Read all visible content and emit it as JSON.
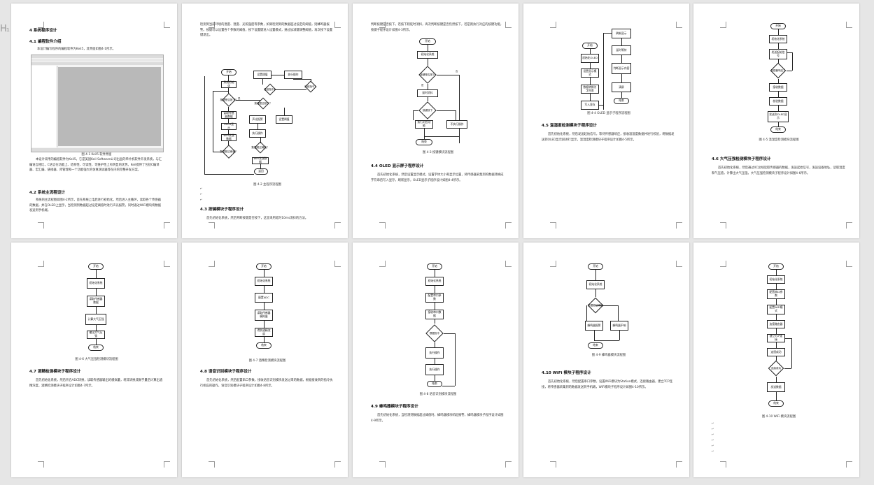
{
  "sidebar_indicator": "H₁",
  "pages": {
    "p1": {
      "h4": "4  系统程序设计",
      "h41": "4.1  编程软件介绍",
      "para0": "本设计编写程序的编程软件为Keil5，其界面如图4-1所示。",
      "fig41": "图 4-1  Keil5 软件界面",
      "para1": "本设计采用的编程软件为Keil5，它是美国Keil Software公司出品的单片机软件开发系统，与汇编语言相比，C语言在功能上、结构性、可读性、可维护性上有明显的优势。Keil提供了包括C编译器、宏汇编、链接器、库管理和一个功能强大的仿真调试器等在内的完整开发方案。",
      "h42": "4.2  系统主流程设计",
      "para2": "系统的主流程图如图4-2所示，首先系统上电后进行初始化，然后进入主循环，读取各个传感器的数据，并在OLED上显示，当检测到数据超过设定阈值时进行声光报警，同时通过WiFi模块将数据发送到手机端。"
    },
    "p2": {
      "para0": "检测到当前环境的温度、湿度、光照强度等参数，如果检测到的数据超过设定的阈值，则蜂鸣器报警。按键可以设置各个参数的阈值，按下设置键进入设置模式，通过加减键调整阈值，再次按下设置键退出。",
      "fig42": "图 4-2  主程序流程图",
      "h43": "4.3  按键模块子程序设计",
      "para1": "首先初始化系统，然后判断按键是否按下，这里采用延时10ms消抖的方法。"
    },
    "p3": {
      "para0": "判断按键是否按下，若按下则延时消抖，再次判断按键是否仍然按下，若是则执行对应的按键功能，按键子程序设计如图4-3所示。",
      "fig43": "图 4-3  按键模块流程图",
      "h44": "4.4  OLED 显示屏子程序设计",
      "para1": "首先初始化系统，然后设置显示模式，设置字体大小和显示位置，将传感器采集到的数据转换成字符串后写入显存，刷新显示，OLED显示子程序设计如图4-4所示。"
    },
    "p4": {
      "fig44": "图 4-4  OLED 显示子程序流程图",
      "h45": "4.5  温湿度检测模块子程序设计",
      "para0": "首先初始化系统，然后发送起始信号，等待传感器响应，接收温湿度数据并进行校验，将数据发送到OLED显示屏进行显示，温湿度检测模块子程序设计如图4-5所示。"
    },
    "p5": {
      "fig45": "图 4-5  温湿度检测模块流程图",
      "h46": "4.6  大气压强检测模块子程序设计",
      "para0": "首先初始化系统，然后通过IIC总线读取传感器的数据，发送起始信号，发送设备地址，读取温度和气压值，计算出大气压强，大气压强检测模块子程序设计如图4-6所示。"
    },
    "p6": {
      "fig46": "图 4-6  大气压强检测模块流程图",
      "h47": "4.7  酒精检测模块子程序设计",
      "para0": "首先初始化系统，然后开启ADC转换，读取传感器输出的模拟量，将其转换成数字量后计算出酒精浓度，酒精检测模块子程序设计如图4-7所示。"
    },
    "p7": {
      "fig47": "图 4-7  酒精检测模块流程图",
      "h48": "4.8  语音识别模块子程序设计",
      "para0": "首先初始化系统，然后配置串口参数，接收语音识别模块发送过来的数据，根据接收到的指令执行相应的操作，语音识别模块子程序设计如图4-8所示。"
    },
    "p8": {
      "fig48": "图 4-8  语音识别模块流程图",
      "h49": "4.9  蜂鸣器模块子程序设计",
      "para0": "首先初始化系统，当检测到数据超过阈值时，蜂鸣器模块响起报警，蜂鸣器模块子程序设计如图4-9所示。"
    },
    "p9": {
      "fig49": "图 4-9  蜂鸣器模块流程图",
      "h410": "4.10  WiFi 模块子程序设计",
      "para0": "首先初始化系统，然后配置串口参数，设置WiFi模块为Station模式，连接路由器，建立TCP连接，将传感器采集到的数据发送到手机端，WiFi模块子程序设计如图4-10所示。"
    },
    "p10": {
      "fig410": "图 4-10  WiFi 模块流程图"
    }
  },
  "flow": {
    "start": "开始",
    "end": "结束",
    "yes": "是",
    "no": "否",
    "init": "初始化系统",
    "p2": [
      "系统初始化",
      "读取传感器数据",
      "数据超过阈值？",
      "声光报警",
      "OLED显示",
      "按键是否按下？",
      "设置阈值",
      "WiFi发送数据",
      "语音指令？",
      "执行操作",
      "返回"
    ],
    "p3": [
      "按键是否按下",
      "延时消抖",
      "按键按下",
      "执行对应功能",
      "不执行操作"
    ],
    "p4": [
      "开始",
      "初始化OLED",
      "设置显示模式",
      "数据转换为字符串",
      "写入显存",
      "刷新显示",
      "延时等待",
      "判断显示内容",
      "清屏",
      "结束"
    ],
    "p5": [
      "发送起始信号",
      "传感器响应？",
      "接收数据",
      "校验数据",
      "发送到OLED显示"
    ],
    "p6": [
      "读取传感器数据",
      "计算大气压强",
      "输出大气压强"
    ],
    "p7": [
      "配置ADC",
      "读取传感器模拟量",
      "得到酒精浓度"
    ],
    "p8": [
      "配置串口参数",
      "接收串口数据",
      "根据指令",
      "执行操作"
    ],
    "p9": [
      "数据超过阈值",
      "蜂鸣器报警",
      "蜂鸣器不响"
    ],
    "p10": [
      "配置串口参数",
      "配置WiFi模式",
      "连接路由器",
      "建立TCP连接",
      "连接成功",
      "发送数据"
    ]
  }
}
